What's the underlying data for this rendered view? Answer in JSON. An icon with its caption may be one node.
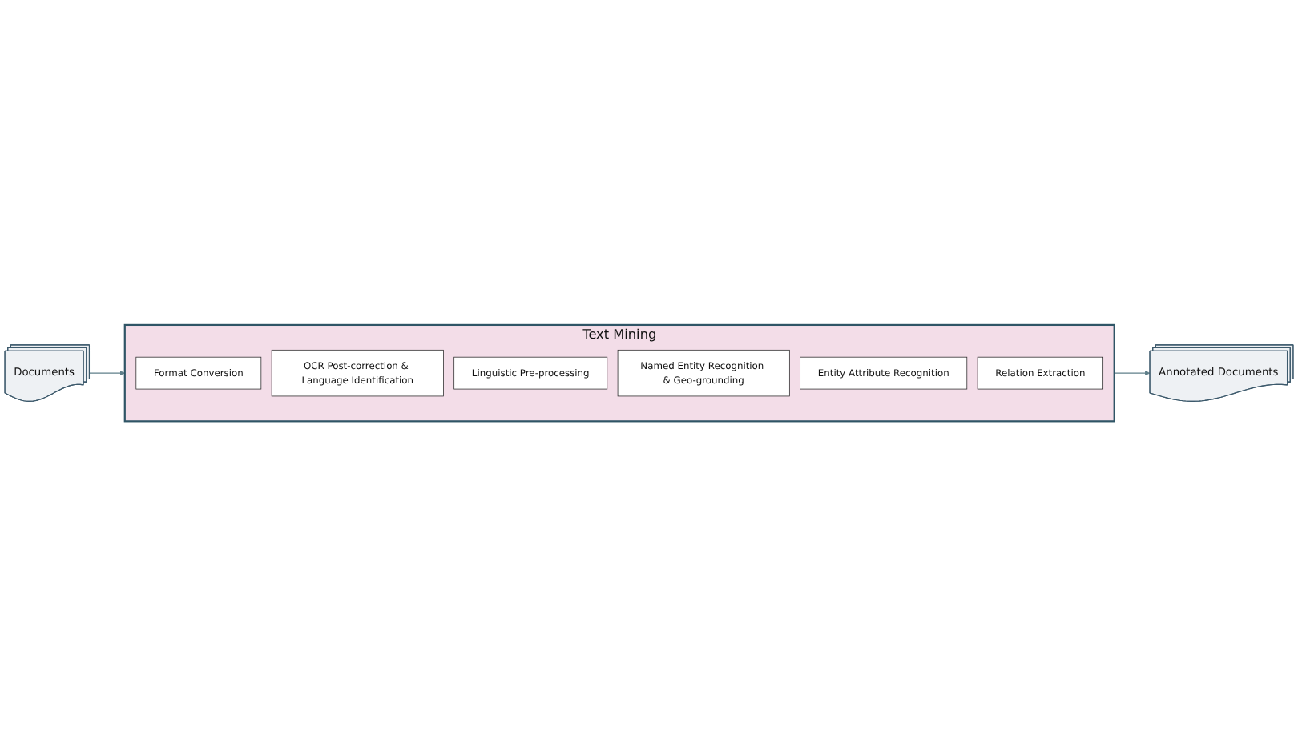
{
  "diagram": {
    "nodes": [
      {
        "text": [
          "Text Mining"
        ]
      },
      {
        "text": [
          "Format Conversion"
        ],
        "in": 0
      },
      {
        "text": [
          "OCR Post-correction & Language Identification"
        ],
        "in": 0
      },
      {
        "text": [
          "Linguistic Pre-processing"
        ],
        "in": 0
      },
      {
        "text": [
          "Named Entity Recognition & Geo-grounding"
        ],
        "in": 0
      },
      {
        "text": [
          "Entity Attribute Recognition"
        ],
        "in": 0
      },
      {
        "text": [
          "Relation Extraction"
        ],
        "in": 0
      },
      {
        "text": [
          "Documents"
        ]
      },
      {
        "text": [
          "Annotated Documents"
        ]
      }
    ],
    "edges": [
      {
        "from": 7,
        "to": 0,
        "arrow": "to"
      },
      {
        "from": 0,
        "to": 8,
        "arrow": "to"
      }
    ]
  }
}
